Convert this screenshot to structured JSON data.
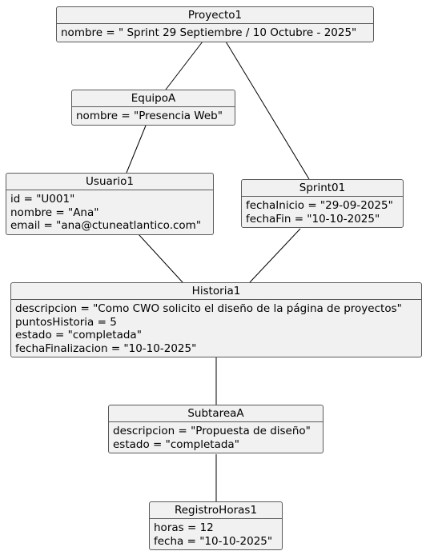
{
  "objects": {
    "proyecto": {
      "title": "Proyecto1",
      "attrs": [
        "nombre = \" Sprint 29 Septiembre / 10 Octubre - 2025\""
      ]
    },
    "equipo": {
      "title": "EquipoA",
      "attrs": [
        "nombre = \"Presencia Web\""
      ]
    },
    "usuario": {
      "title": "Usuario1",
      "attrs": [
        "id = \"U001\"",
        "nombre = \"Ana\"",
        "email = \"ana@ctuneatlantico.com\""
      ]
    },
    "sprint": {
      "title": "Sprint01",
      "attrs": [
        "fechaInicio = \"29-09-2025\"",
        "fechaFin = \"10-10-2025\""
      ]
    },
    "historia": {
      "title": "Historia1",
      "attrs": [
        "descripcion = \"Como CWO solicito el diseño de la página de proyectos\"",
        "puntosHistoria = 5",
        "estado = \"completada\"",
        "fechaFinalizacion = \"10-10-2025\""
      ]
    },
    "subtarea": {
      "title": "SubtareaA",
      "attrs": [
        "descripcion = \"Propuesta de diseño\"",
        "estado = \"completada\""
      ]
    },
    "registro": {
      "title": "RegistroHoras1",
      "attrs": [
        "horas = 12",
        "fecha = \"10-10-2025\""
      ]
    }
  },
  "links": [
    [
      "proyecto",
      "equipo"
    ],
    [
      "proyecto",
      "sprint"
    ],
    [
      "equipo",
      "usuario"
    ],
    [
      "usuario",
      "historia"
    ],
    [
      "sprint",
      "historia"
    ],
    [
      "historia",
      "subtarea"
    ],
    [
      "subtarea",
      "registro"
    ]
  ],
  "colors": {
    "box_fill": "#f1f1f1",
    "box_border": "#5a5a5a",
    "link": "#000000"
  }
}
